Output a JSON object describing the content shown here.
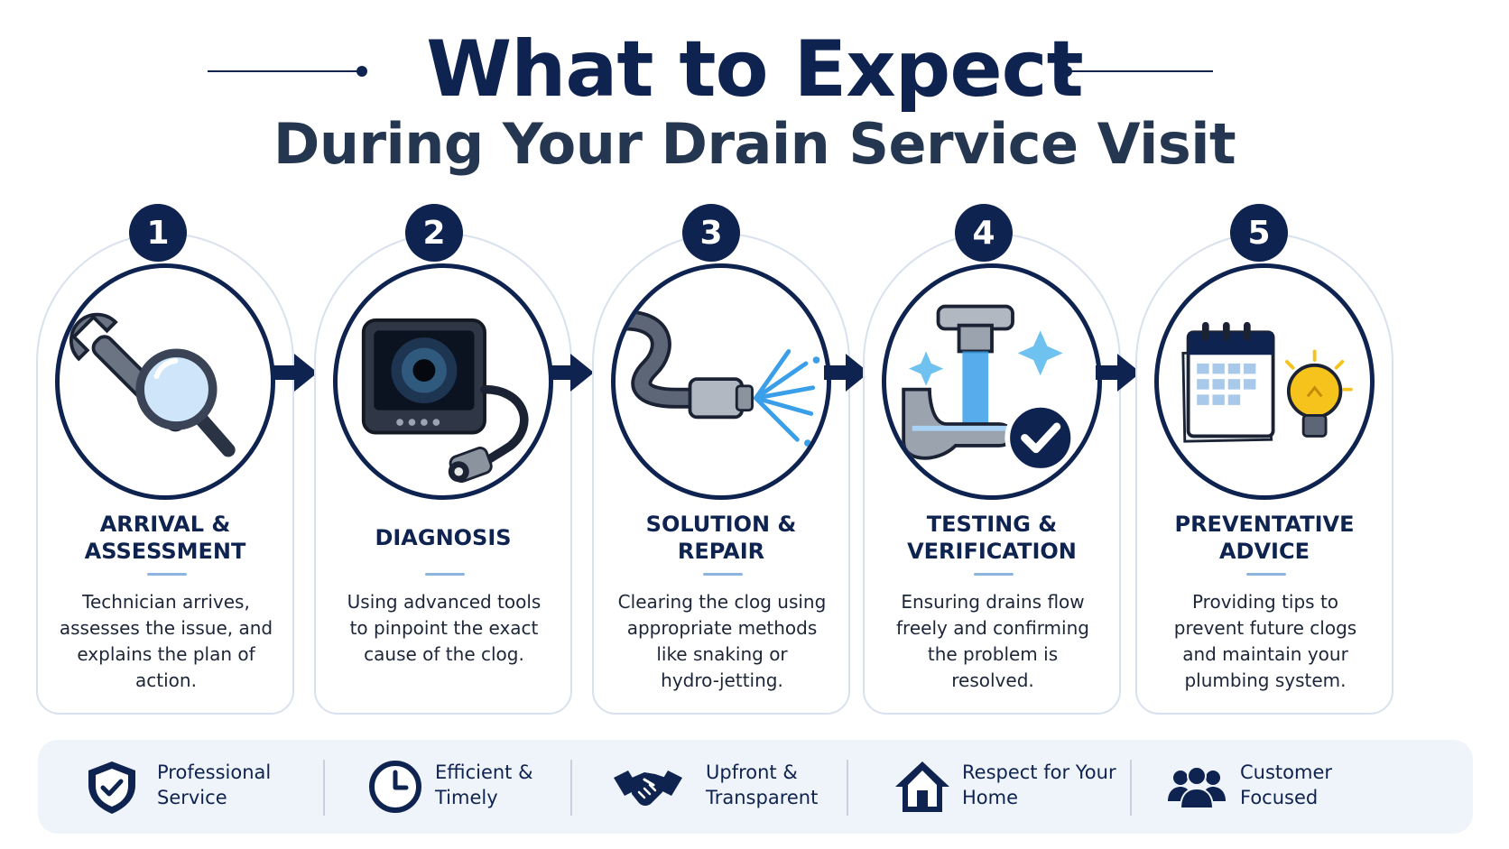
{
  "header": {
    "title": "What to Expect",
    "subtitle": "During Your Drain Service Visit"
  },
  "steps": [
    {
      "number": "1",
      "title": "ARRIVAL &\nASSESSMENT",
      "description": "Technician arrives,\nassesses the issue, and\nexplains the plan of\naction.",
      "icon": "wrench-magnifier-icon"
    },
    {
      "number": "2",
      "title": "DIAGNOSIS",
      "description": "Using advanced tools\nto pinpoint the exact\ncause of the clog.",
      "icon": "inspection-camera-icon"
    },
    {
      "number": "3",
      "title": "SOLUTION &\nREPAIR",
      "description": "Clearing the clog using\nappropriate methods\nlike snaking or\nhydro-jetting.",
      "icon": "hydro-jetting-hose-icon"
    },
    {
      "number": "4",
      "title": "TESTING &\nVERIFICATION",
      "description": "Ensuring drains flow\nfreely and confirming\nthe problem is\nresolved.",
      "icon": "flowing-pipe-check-icon"
    },
    {
      "number": "5",
      "title": "PREVENTATIVE\nADVICE",
      "description": "Providing tips to\nprevent future clogs\nand maintain your\nplumbing system.",
      "icon": "calendar-lightbulb-icon"
    }
  ],
  "features": [
    {
      "label": "Professional\nService",
      "icon": "shield-check-icon"
    },
    {
      "label": "Efficient &\nTimely",
      "icon": "clock-icon"
    },
    {
      "label": "Upfront &\nTransparent",
      "icon": "handshake-icon"
    },
    {
      "label": "Respect for Your\nHome",
      "icon": "house-icon"
    },
    {
      "label": "Customer\nFocused",
      "icon": "people-icon"
    }
  ],
  "colors": {
    "navy": "#0f2350",
    "card_border": "#d9e1ee",
    "accent_line": "#8eb5e0",
    "footer_bg": "#eff3fa",
    "water_blue": "#3a9ee8",
    "bulb_yellow": "#f6c31c"
  }
}
